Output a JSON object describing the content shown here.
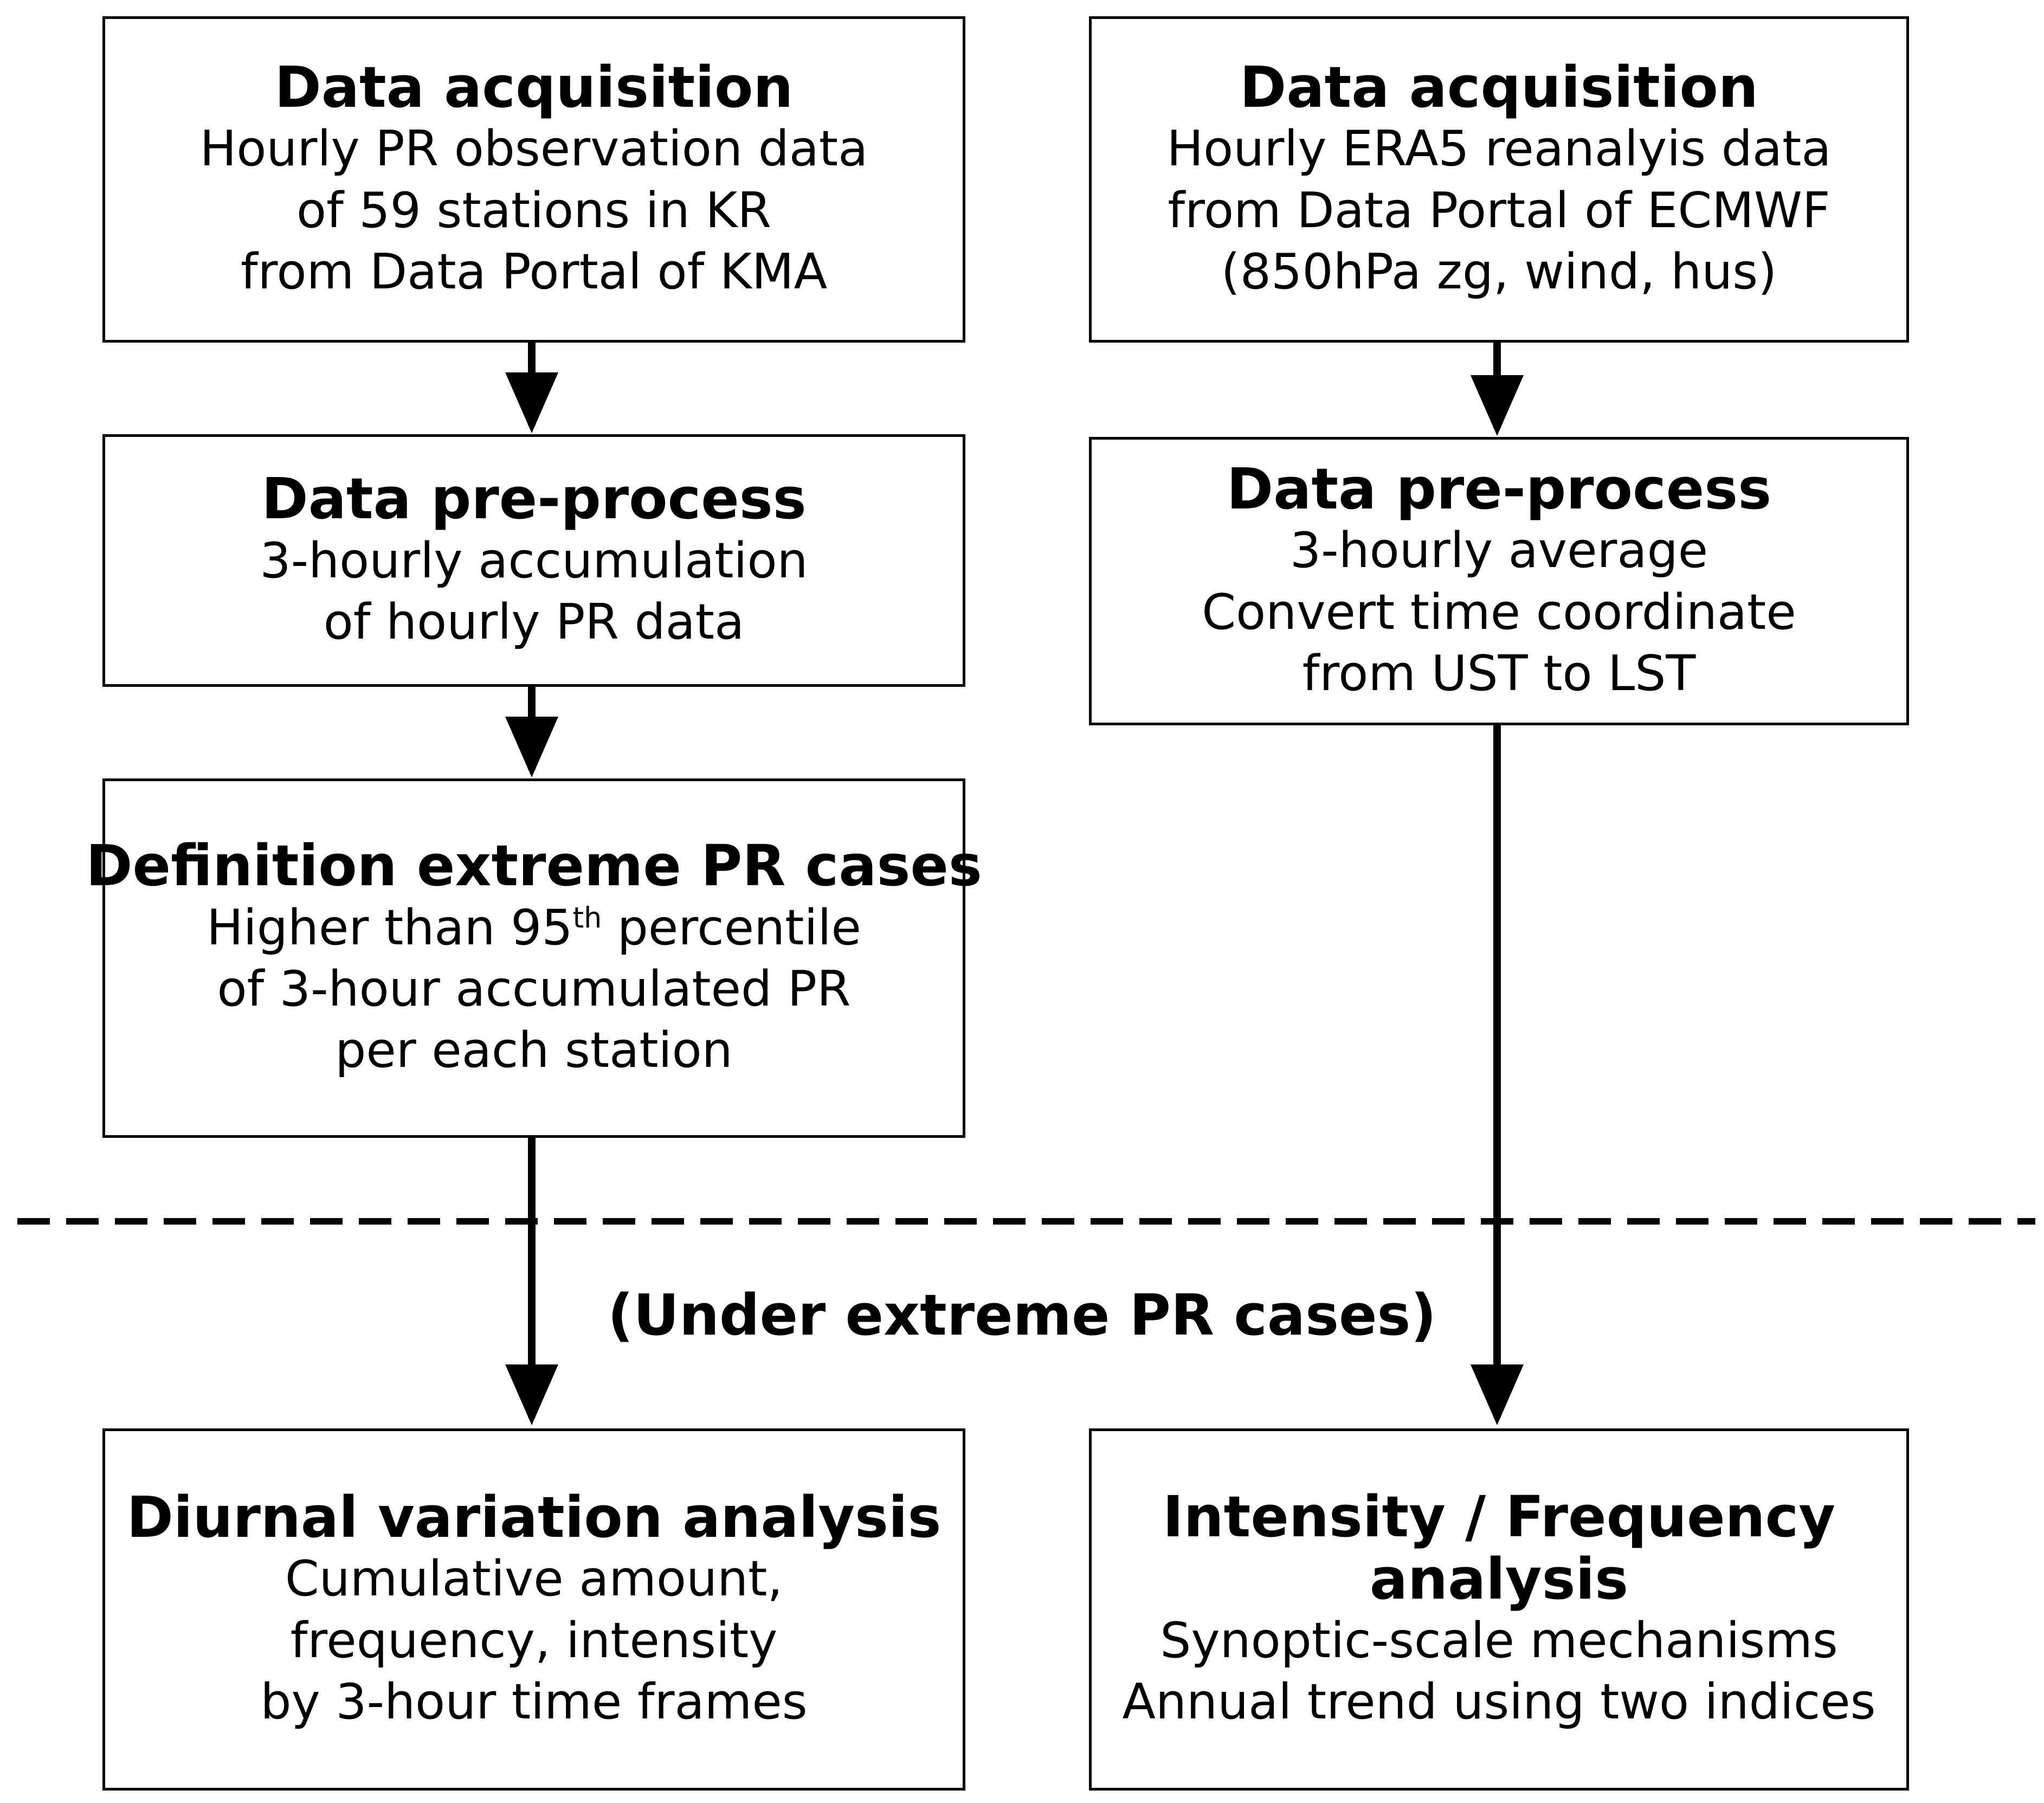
{
  "left_column": {
    "acquisition": {
      "title": "Data acquisition",
      "lines": [
        "Hourly PR observation data",
        "of 59 stations in KR",
        "from Data Portal of KMA"
      ]
    },
    "preprocess": {
      "title": "Data pre-process",
      "lines": [
        "3-hourly accumulation",
        "of hourly PR data"
      ]
    },
    "definition": {
      "title": "Definition extreme PR cases",
      "line1_before": "Higher than 95",
      "line1_sup": "th",
      "line1_after": " percentile",
      "lines": [
        "of 3-hour accumulated PR",
        "per each station"
      ]
    },
    "diurnal": {
      "title": "Diurnal variation analysis",
      "lines": [
        "Cumulative amount,",
        "frequency, intensity",
        "by 3-hour time frames"
      ]
    }
  },
  "right_column": {
    "acquisition": {
      "title": "Data acquisition",
      "lines": [
        "Hourly ERA5 reanalyis data",
        "from Data Portal of ECMWF",
        "(850hPa zg, wind, hus)"
      ]
    },
    "preprocess": {
      "title": "Data pre-process",
      "lines": [
        "3-hourly average",
        "Convert time coordinate",
        "from UST to LST"
      ]
    },
    "intensity": {
      "title_lines": [
        "Intensity / Frequency",
        "analysis"
      ],
      "lines": [
        "Synoptic-scale mechanisms",
        "Annual trend using two indices"
      ]
    }
  },
  "divider_note": "(Under extreme PR cases)"
}
